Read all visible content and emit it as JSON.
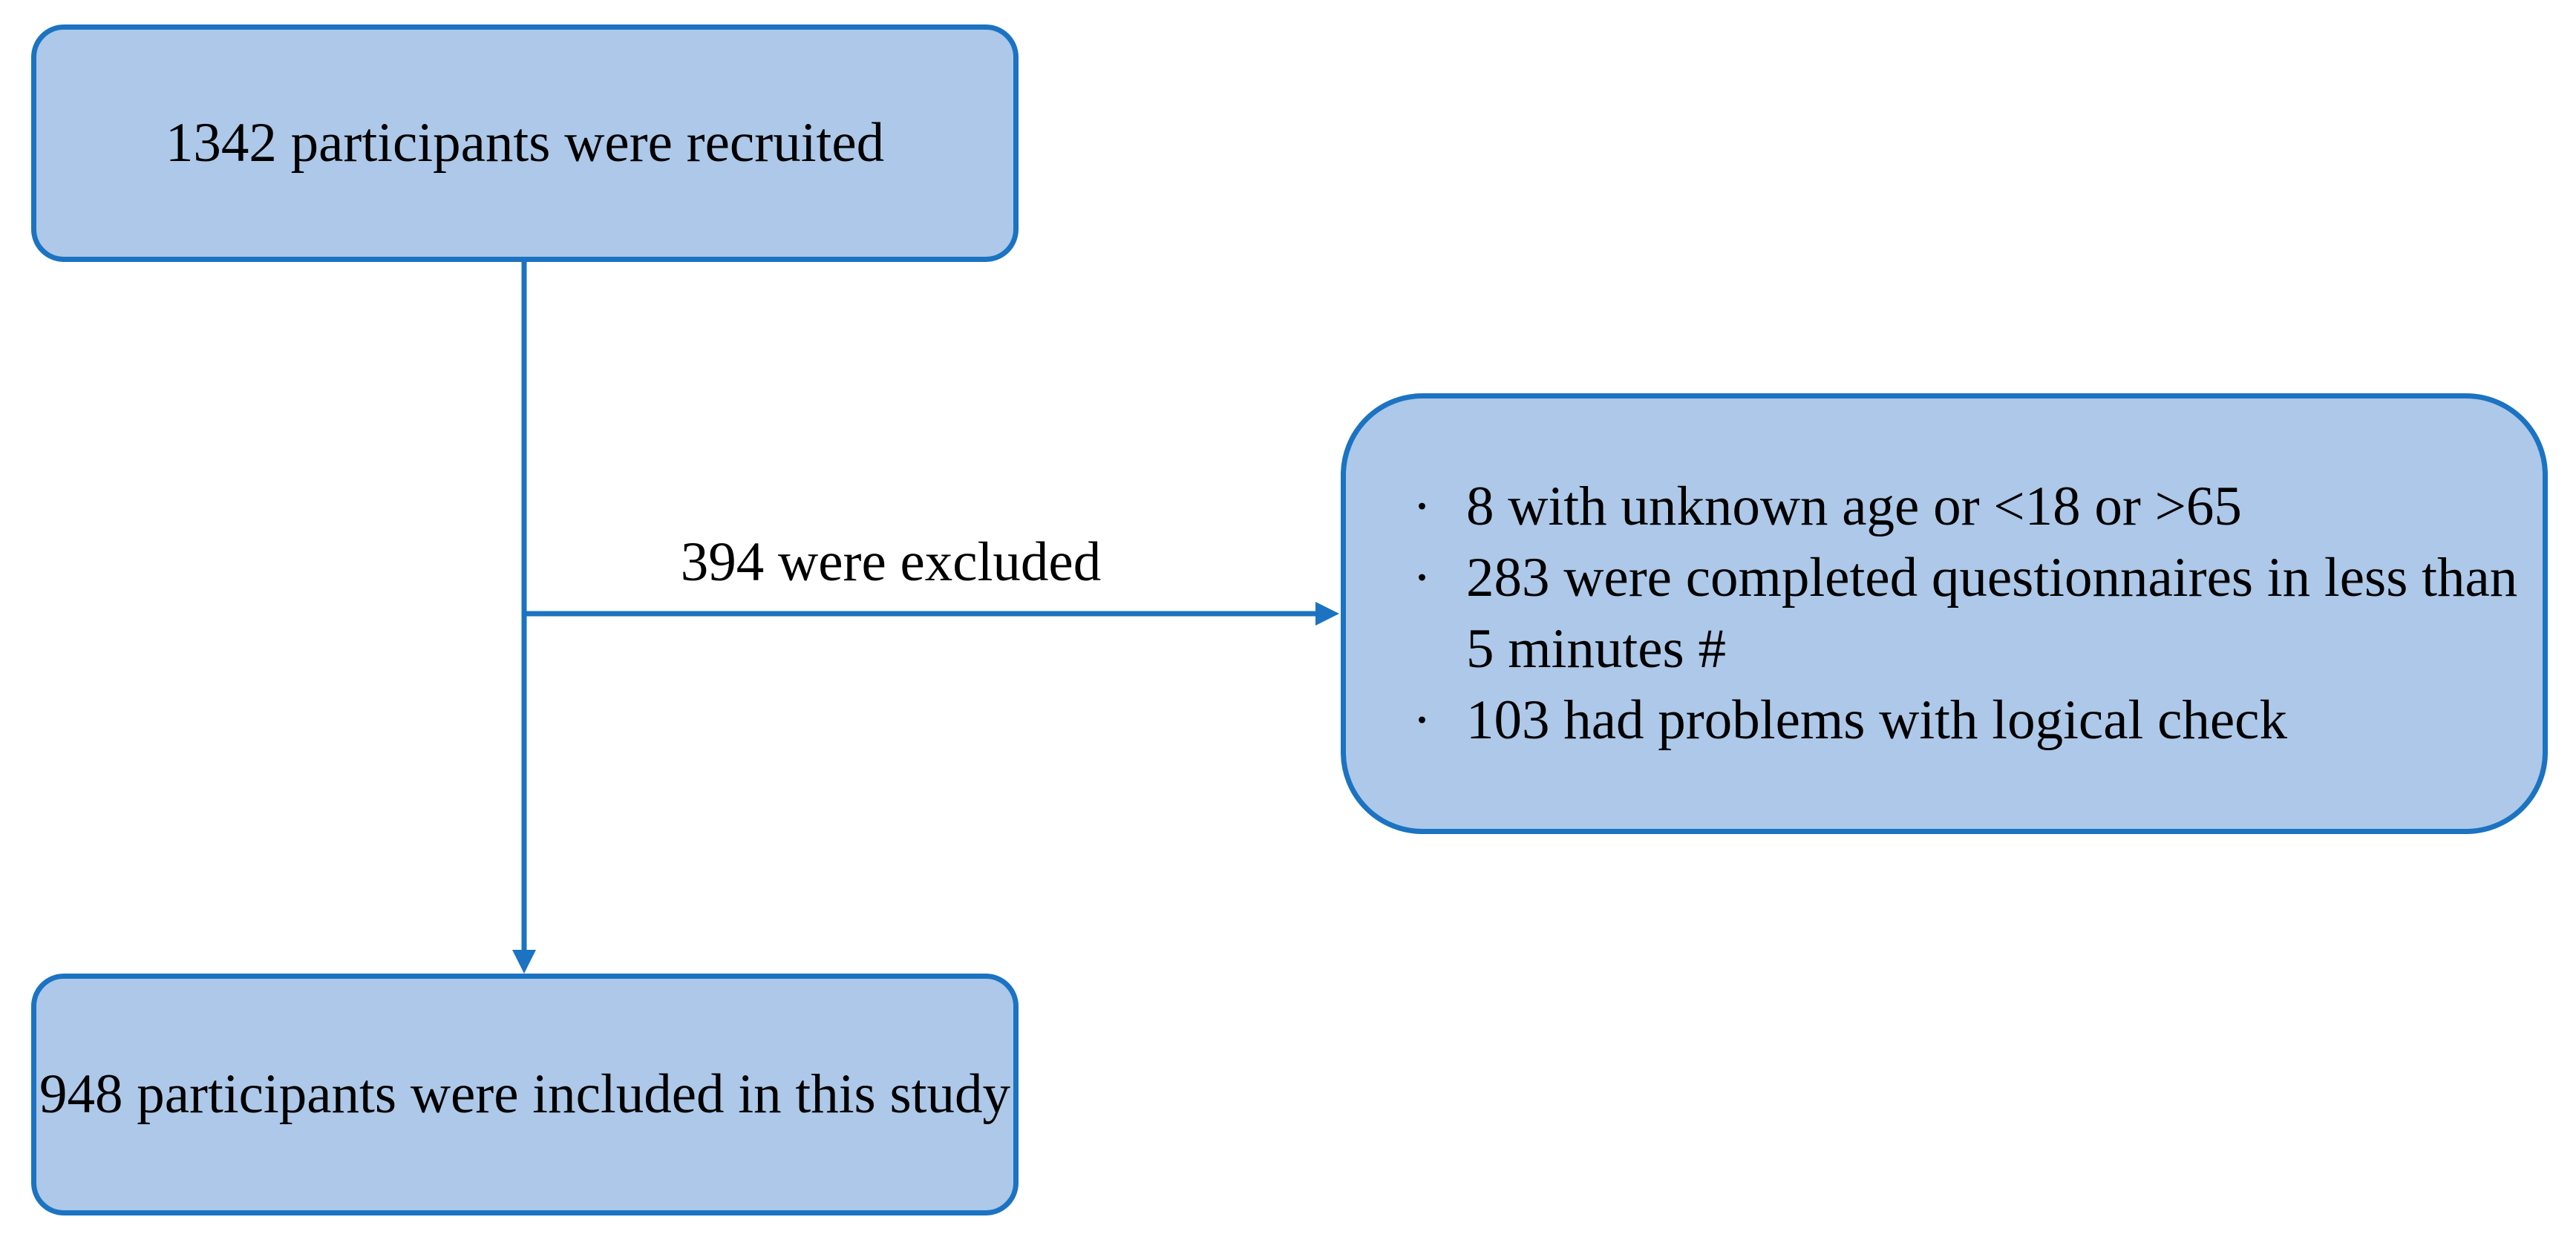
{
  "boxes": {
    "recruited": "1342 participants were recruited",
    "included": "948 participants were included in this study"
  },
  "exclusion": {
    "label": "394 were excluded",
    "bullet": "·",
    "reasons": [
      "8 with unknown age or <18 or >65",
      "283 were completed questionnaires in less than 5 minutes #",
      "103 had problems with logical check"
    ]
  },
  "colors": {
    "box_fill": "#adc8e8",
    "box_border": "#1b73c2",
    "arrow": "#1b73c2"
  }
}
